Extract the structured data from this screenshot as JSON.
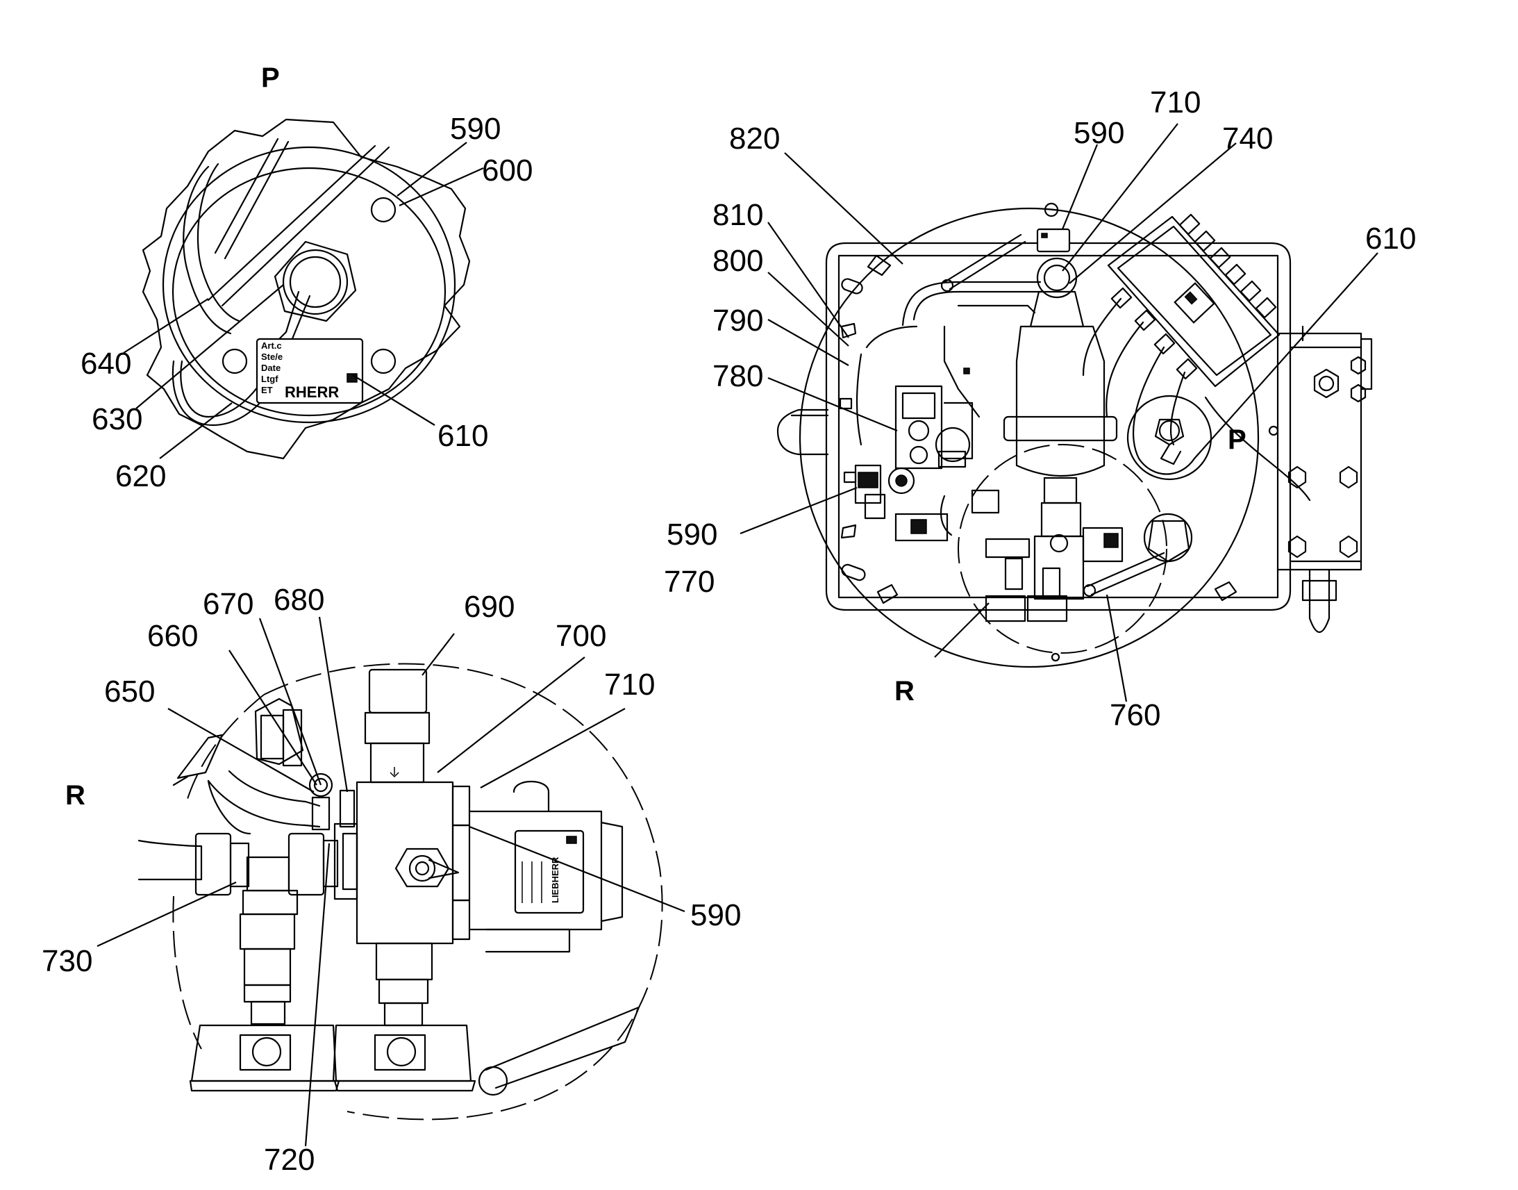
{
  "views": {
    "top_left": {
      "title": "P",
      "labels": [
        "590",
        "600",
        "640",
        "630",
        "610",
        "620"
      ],
      "plate_lines": [
        "Art.c",
        "Ste/e",
        "Date",
        "Ltgf",
        "ET"
      ],
      "plate_brand": "RHERR"
    },
    "right": {
      "labels": [
        "820",
        "590",
        "710",
        "740",
        "810",
        "800",
        "790",
        "780",
        "610",
        "590",
        "770",
        "760"
      ],
      "view_marker_p": "P",
      "view_marker_r": "R"
    },
    "bottom_left": {
      "title": "R",
      "labels": [
        "670",
        "680",
        "690",
        "660",
        "700",
        "650",
        "710",
        "730",
        "590",
        "720"
      ],
      "plate_brand": "LIEBHERR"
    }
  }
}
